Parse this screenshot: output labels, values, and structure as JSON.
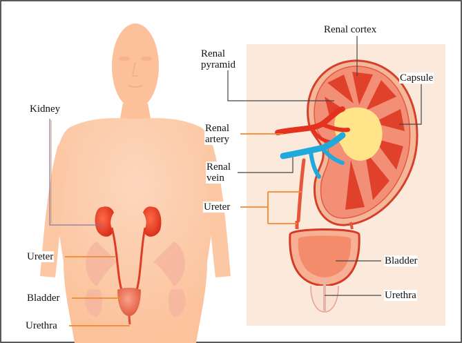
{
  "diagram": {
    "body_labels": {
      "kidney": "Kidney",
      "ureter": "Ureter",
      "bladder": "Bladder",
      "urethra": "Urethra"
    },
    "kidney_labels": {
      "renal_cortex": "Renal cortex",
      "renal_pyramid": "Renal\npyramid",
      "capsule": "Capsule",
      "renal_artery": "Renal\nartery",
      "renal_vein": "Renal\nvein",
      "ureter": "Ureter",
      "bladder": "Bladder",
      "urethra": "Urethra"
    }
  },
  "colors": {
    "silhouette": "#fcc9a5",
    "panel_bg": "#fbe9dc",
    "kidney": "#e23b26",
    "artery": "#e5321f",
    "vein": "#22a9dc",
    "pyramid_core": "#ffe48a",
    "leader_orange": "#f08a2c",
    "leader_line": "#444444"
  }
}
